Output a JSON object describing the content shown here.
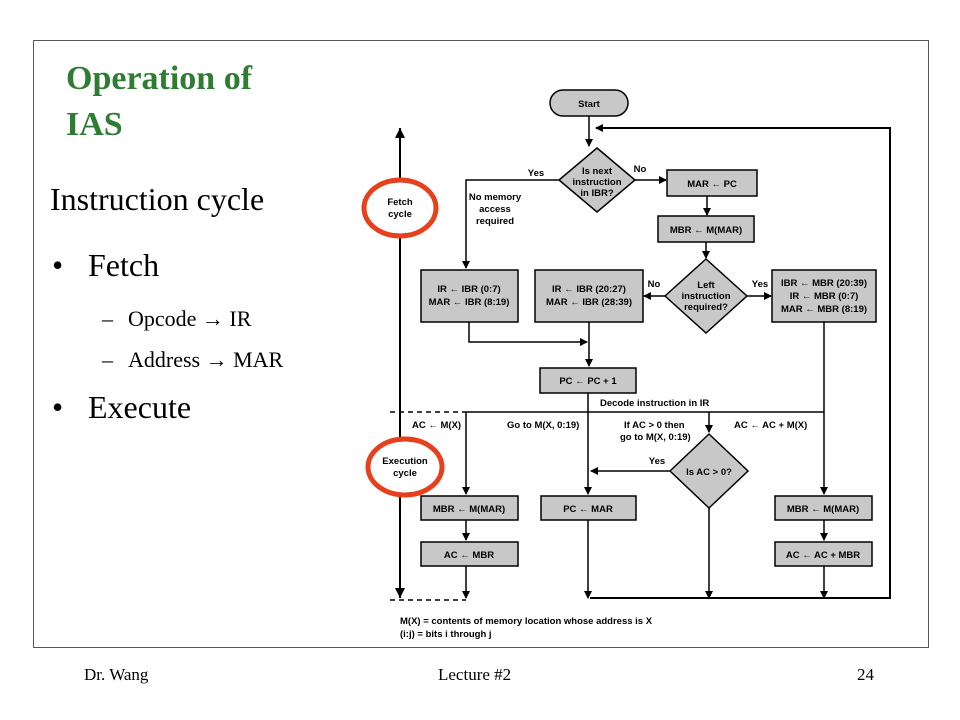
{
  "slide": {
    "title_line1": "Operation of",
    "title_line2": "IAS",
    "heading": "Instruction cycle",
    "bullets": [
      {
        "label": "Fetch",
        "subs": [
          "Opcode → IR",
          "Address → MAR"
        ]
      },
      {
        "label": "Execute"
      }
    ],
    "bullet_char": "•",
    "dash_char": "–"
  },
  "footer": {
    "left": "Dr. Wang",
    "center": "Lecture #2",
    "right": "24"
  },
  "diagram": {
    "start": "Start",
    "fetch_cycle": [
      "Fetch",
      "cycle"
    ],
    "execution_cycle": [
      "Execution",
      "cycle"
    ],
    "decision_ibr": [
      "Is next",
      "instruction",
      "in IBR?"
    ],
    "yes": "Yes",
    "no": "No",
    "no_memory_access": [
      "No memory",
      "access",
      "required"
    ],
    "mar_pc": "MAR ← PC",
    "mbr_mmar": "MBR ← M(MAR)",
    "left_instr": [
      "Left",
      "instruction",
      "required?"
    ],
    "box_ir_ibr_right": [
      "IR ← IBR (0:7)",
      "MAR ← IBR (8:19)"
    ],
    "box_ir_ibr_left": [
      "IR ← IBR (20:27)",
      "MAR ← IBR (28:39)"
    ],
    "box_ibr_mbr": [
      "IBR ← MBR (20:39)",
      "IR ← MBR (0:7)",
      "MAR ← MBR (8:19)"
    ],
    "pc_inc": "PC ← PC + 1",
    "decode": "Decode instruction in IR",
    "ac_mx": "AC ← M(X)",
    "goto": "Go to M(X, 0:19)",
    "if_ac": [
      "If AC > 0 then",
      "go to M(X, 0:19)"
    ],
    "ac_add": "AC ← AC + M(X)",
    "is_ac": "Is AC > 0?",
    "mbr_mmar_exec": "MBR ← M(MAR)",
    "pc_mar": "PC ← MAR",
    "ac_mbr": "AC ← MBR",
    "ac_ac_mbr": "AC ← AC + MBR",
    "legend": [
      "M(X) = contents of memory location whose address is X",
      "(i:j) = bits i through j"
    ],
    "highlight_color": "#e8401c",
    "box_fill": "#c8c8c8"
  }
}
